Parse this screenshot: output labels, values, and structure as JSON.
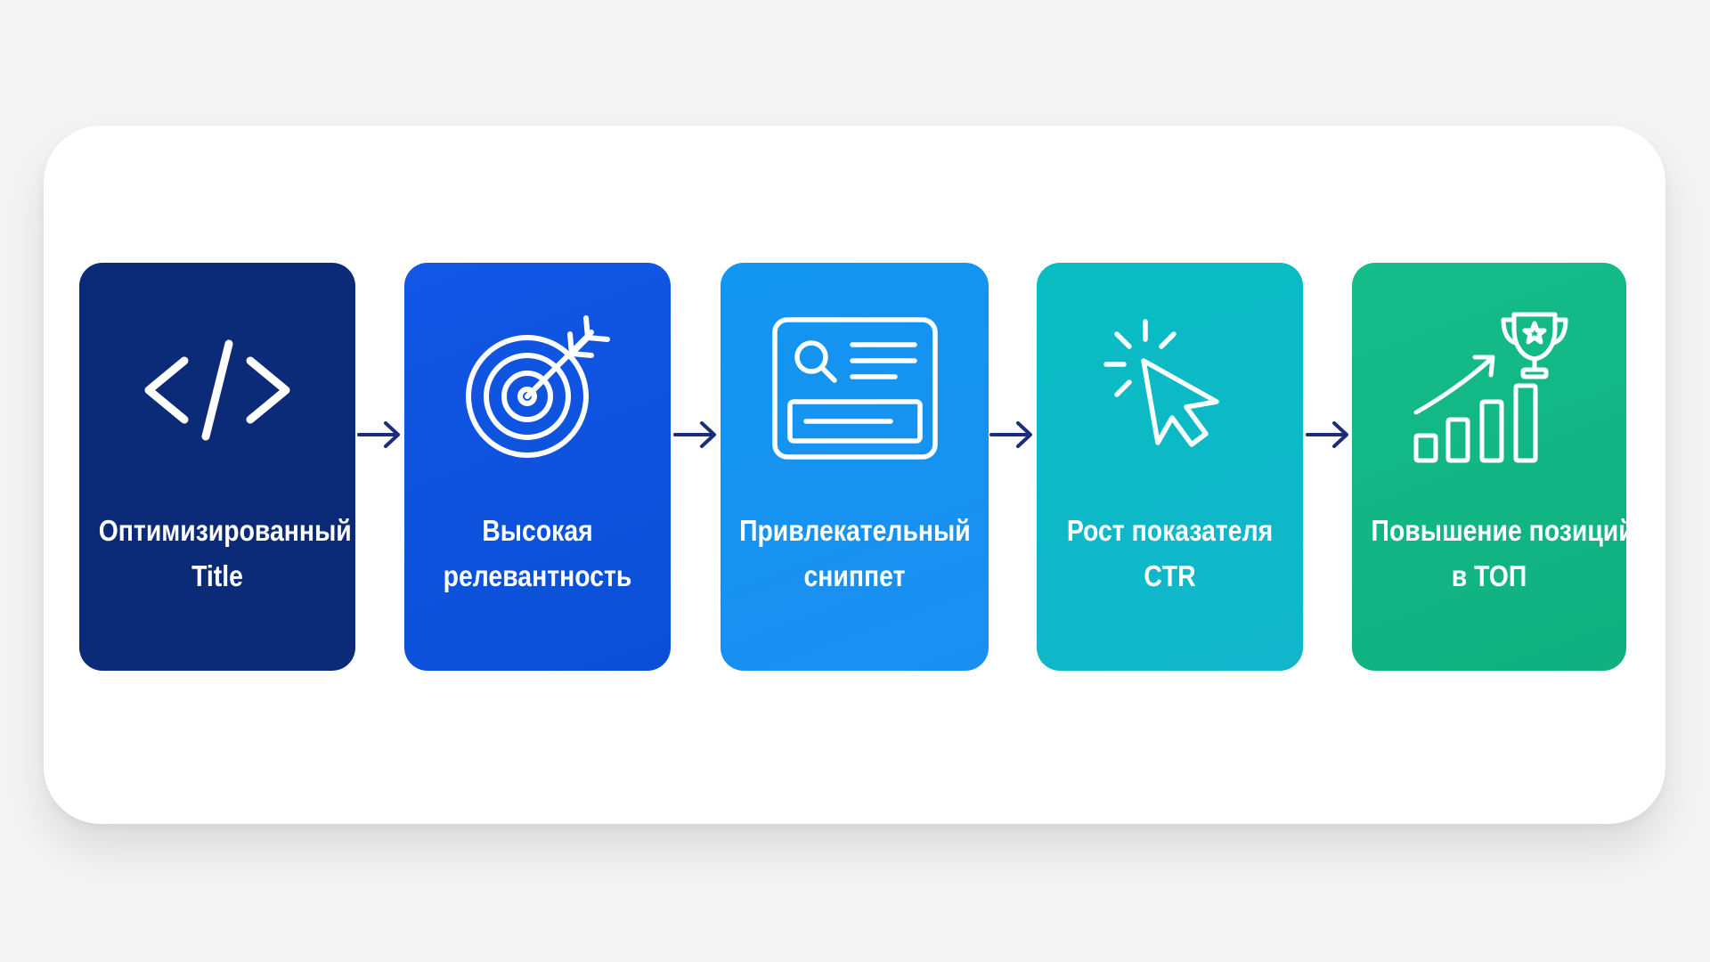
{
  "steps": [
    {
      "line1": "Оптимизированный",
      "line2": "Title",
      "icon": "code-icon",
      "color": "#0b2a78"
    },
    {
      "line1": "Высокая",
      "line2": "релевантность",
      "icon": "target-icon",
      "color": "#0a52df"
    },
    {
      "line1": "Привлекательный",
      "line2": "сниппет",
      "icon": "snippet-icon",
      "color": "#1592f1"
    },
    {
      "line1": "Рост показателя",
      "line2": "CTR",
      "icon": "cursor-click-icon",
      "color": "#0bb9c6"
    },
    {
      "line1": "Повышение позиций",
      "line2": "в ТОП",
      "icon": "trophy-growth-icon",
      "color": "#12b784"
    }
  ],
  "arrow_color": "#1c2d7a"
}
